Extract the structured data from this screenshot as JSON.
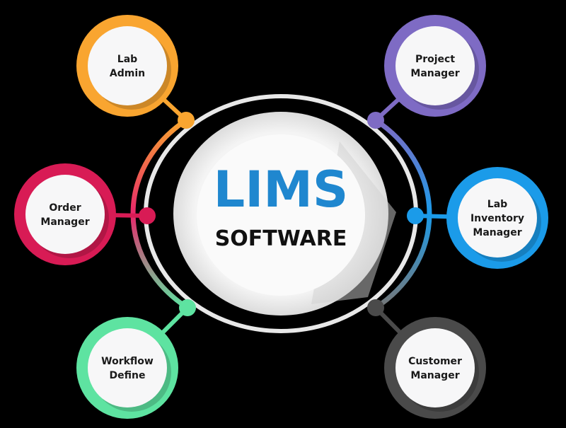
{
  "center": {
    "title": "LIMS",
    "subtitle": "SOFTWARE"
  },
  "colors": {
    "title": "#1f87cf",
    "ring": "#e8e8e8"
  },
  "modules": [
    {
      "id": "lab-admin",
      "lines": [
        "Lab",
        "Admin"
      ],
      "color": "#f9a530"
    },
    {
      "id": "project-manager",
      "lines": [
        "Project",
        "Manager"
      ],
      "color": "#7e6bc4"
    },
    {
      "id": "order-manager",
      "lines": [
        "Order",
        "Manager"
      ],
      "color": "#d81b55"
    },
    {
      "id": "lab-inventory-manager",
      "lines": [
        "Lab",
        "Inventory",
        "Manager"
      ],
      "color": "#1b9be9"
    },
    {
      "id": "workflow-define",
      "lines": [
        "Workflow",
        "Define"
      ],
      "color": "#5ee3a1"
    },
    {
      "id": "customer-manager",
      "lines": [
        "Customer",
        "Manager"
      ],
      "color": "#4a4a4a"
    }
  ]
}
